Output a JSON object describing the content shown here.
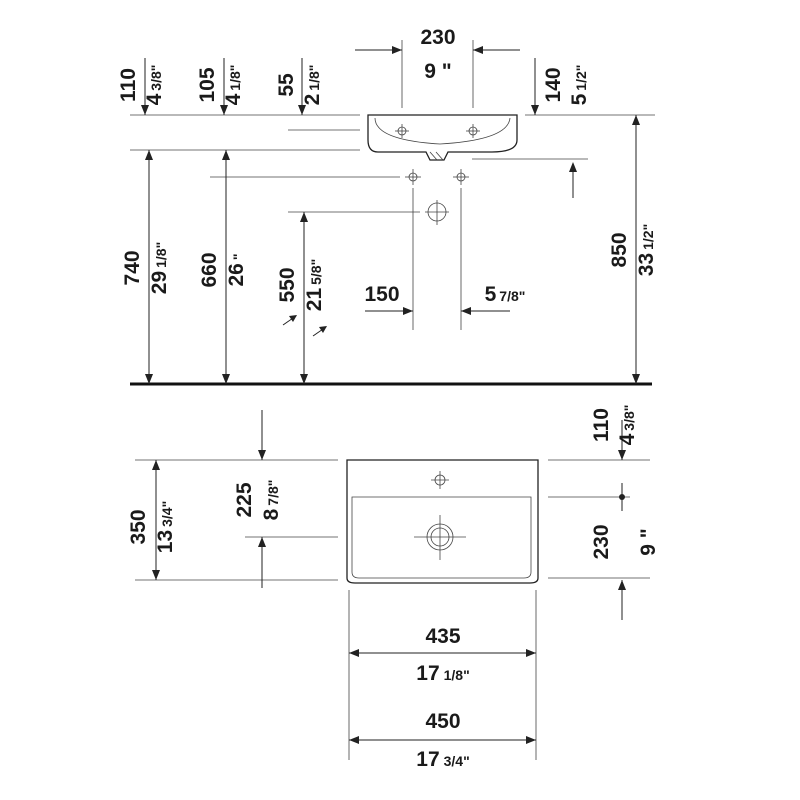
{
  "side_view": {
    "top_width": {
      "mm": "230",
      "in": "9 \""
    },
    "dim_110": {
      "mm": "110",
      "in_whole": "4",
      "in_frac": "3/8\""
    },
    "dim_105": {
      "mm": "105",
      "in_whole": "4",
      "in_frac": "1/8\""
    },
    "dim_55": {
      "mm": "55",
      "in_whole": "2",
      "in_frac": "1/8\""
    },
    "dim_140": {
      "mm": "140",
      "in_whole": "5",
      "in_frac": "1/2\""
    },
    "dim_740": {
      "mm": "740",
      "in_whole": "29",
      "in_frac": "1/8\""
    },
    "dim_660": {
      "mm": "660",
      "in_whole": "26",
      "in_frac": "\""
    },
    "dim_550": {
      "mm": "550",
      "in_whole": "21",
      "in_frac": "5/8\""
    },
    "dim_150": {
      "mm": "150",
      "in_whole": "5",
      "in_frac": "7/8\""
    },
    "dim_850": {
      "mm": "850",
      "in_whole": "33",
      "in_frac": "1/2\""
    }
  },
  "top_view": {
    "dim_110": {
      "mm": "110",
      "in_whole": "4",
      "in_frac": "3/8\""
    },
    "dim_350": {
      "mm": "350",
      "in_whole": "13",
      "in_frac": "3/4\""
    },
    "dim_225": {
      "mm": "225",
      "in_whole": "8",
      "in_frac": "7/8\""
    },
    "dim_230": {
      "mm": "230",
      "in": "9 \""
    },
    "dim_435": {
      "mm": "435",
      "in_whole": "17",
      "in_frac": "1/8\""
    },
    "dim_450": {
      "mm": "450",
      "in_whole": "17",
      "in_frac": "3/4\""
    }
  }
}
